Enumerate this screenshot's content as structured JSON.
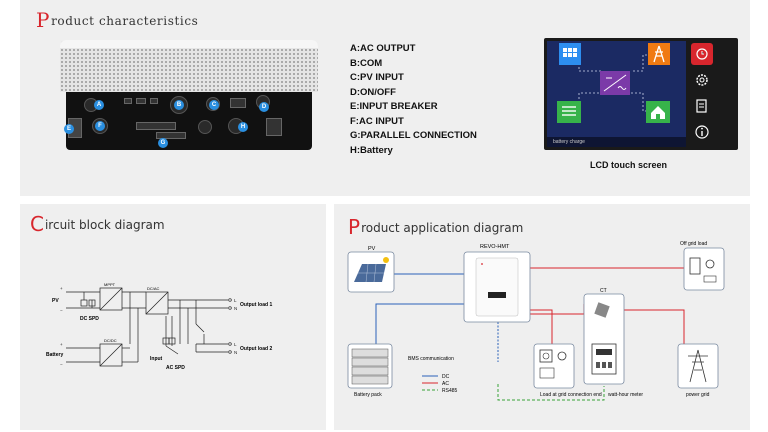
{
  "product_characteristics": {
    "title_initial": "P",
    "title_rest": "roduct characteristics",
    "port_labels": [
      "A",
      "B",
      "C",
      "D",
      "E",
      "F",
      "G",
      "H"
    ],
    "features": [
      "A:AC OUTPUT",
      "B:COM",
      "C:PV INPUT",
      "D:ON/OFF",
      "E:INPUT BREAKER",
      "F:AC INPUT",
      "G:PARALLEL CONNECTION",
      "H:Battery"
    ],
    "lcd": {
      "bar_text": "battery charge",
      "caption": "LCD touch screen"
    }
  },
  "circuit": {
    "title_initial": "C",
    "title_rest": "ircuit block diagram",
    "labels": {
      "pv": "PV",
      "battery": "Battery",
      "dc_spd": "DC SPD",
      "mppt": "MPPT",
      "dcac": "DC/AC",
      "dcdc": "DC/DC",
      "input": "Input",
      "ac_spd": "AC SPD",
      "out1": "Output load 1",
      "out2": "Output load 2"
    }
  },
  "application": {
    "title_initial": "P",
    "title_rest": "roduct application diagram",
    "labels": {
      "pv": "PV",
      "inverter": "REVO-HMT",
      "off_grid": "Off grid load",
      "ct": "CT",
      "battery_pack": "Battery pack",
      "bms": "BMS communication",
      "load_grid": "Load at grid connection end",
      "watt_meter": "watt-hour meter",
      "power_grid": "power grid"
    },
    "legend": [
      {
        "label": "DC",
        "color": "#2b62b8",
        "style": "solid"
      },
      {
        "label": "AC",
        "color": "#d8262d",
        "style": "solid"
      },
      {
        "label": "RS485",
        "color": "#3aa33a",
        "style": "dashed"
      }
    ]
  }
}
